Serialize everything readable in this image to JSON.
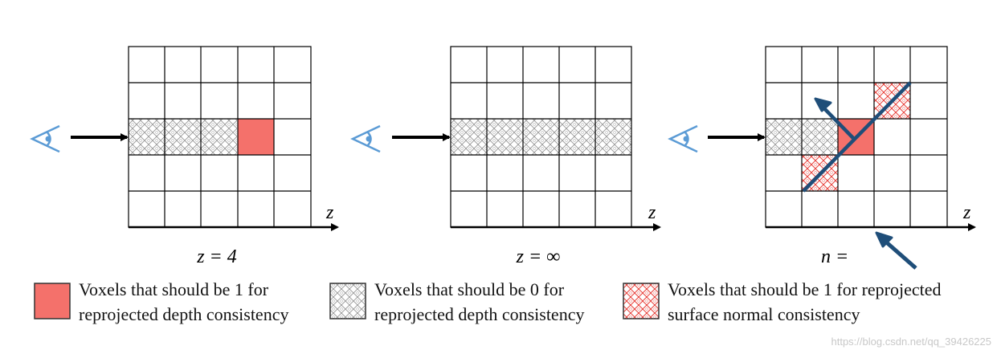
{
  "panels": [
    {
      "axis_label": "z",
      "caption": "z = 4"
    },
    {
      "axis_label": "z",
      "caption": "z = ∞"
    },
    {
      "axis_label": "z",
      "caption": "n ="
    }
  ],
  "legend": [
    {
      "line1": "Voxels that should be 1 for",
      "line2": "reprojected depth consistency"
    },
    {
      "line1": "Voxels that should be 0 for",
      "line2": "reprojected depth consistency"
    },
    {
      "line1": "Voxels that should be 1 for reprojected",
      "line2": "surface normal consistency"
    }
  ],
  "watermark": "https://blog.csdn.net/qq_39426225",
  "colors": {
    "solid_red": "#f4716b",
    "grid_line": "#000000",
    "eye_blue": "#5b9bd5",
    "normal_arrow": "#1f4e79",
    "hatch_gray": "#9a9a9a",
    "hatch_red": "#e8403a"
  },
  "icons": [
    "eye-icon",
    "right-arrow-icon",
    "normal-arrow-icon"
  ]
}
